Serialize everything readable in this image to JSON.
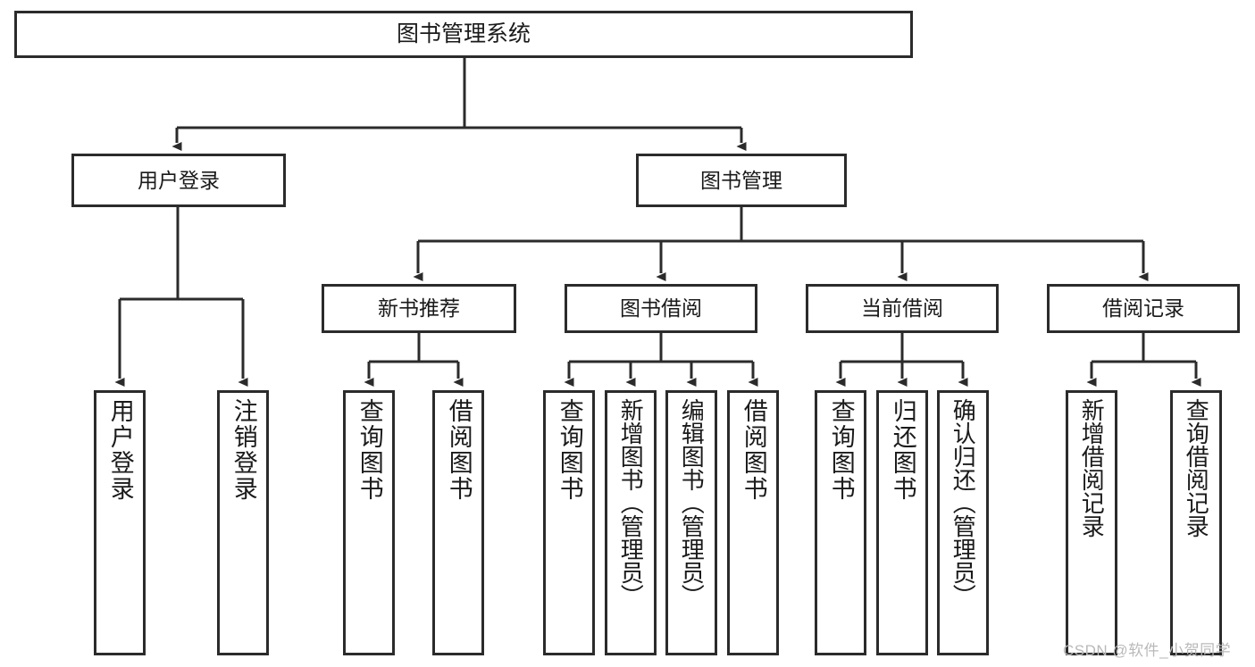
{
  "diagram": {
    "title": "图书管理系统",
    "type": "hierarchy-tree",
    "watermark": "CSDN @软件_小贺同学",
    "colors": {
      "background": "#ffffff",
      "box_border": "#2b2b2b",
      "box_fill": "#ffffff",
      "text": "#1a1a1a",
      "connector": "#2b2b2b",
      "watermark": "#b9b9b9"
    },
    "root": {
      "label": "图书管理系统"
    },
    "level1": [
      {
        "label": "用户登录"
      },
      {
        "label": "图书管理"
      }
    ],
    "level2": [
      {
        "label": "新书推荐"
      },
      {
        "label": "图书借阅"
      },
      {
        "label": "当前借阅"
      },
      {
        "label": "借阅记录"
      }
    ],
    "leaves": {
      "user_login": [
        {
          "label": "用户登录"
        },
        {
          "label": "注销登录"
        }
      ],
      "new_book_recommend": [
        {
          "label": "查询图书"
        },
        {
          "label": "借阅图书"
        }
      ],
      "book_borrow": [
        {
          "label": "查询图书"
        },
        {
          "label": "新增图书（管理员）"
        },
        {
          "label": "编辑图书（管理员）"
        },
        {
          "label": "借阅图书"
        }
      ],
      "current_borrow": [
        {
          "label": "查询图书"
        },
        {
          "label": "归还图书"
        },
        {
          "label": "确认归还（管理员）"
        }
      ],
      "borrow_record": [
        {
          "label": "新增借阅记录"
        },
        {
          "label": "查询借阅记录"
        }
      ]
    }
  }
}
